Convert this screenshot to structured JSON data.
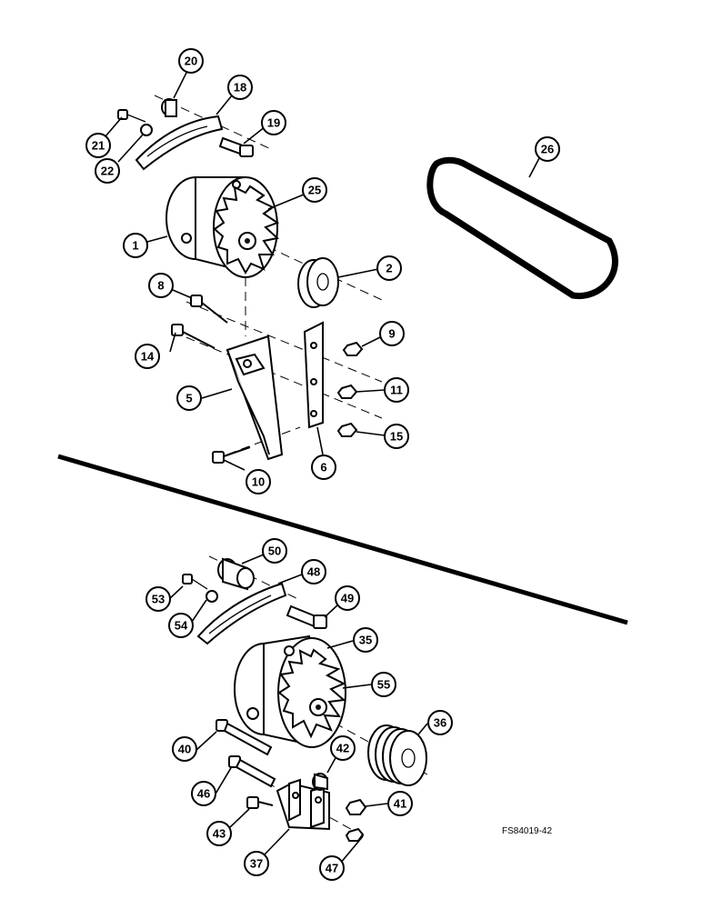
{
  "figure_code": "FS84019-42",
  "callouts": {
    "c1": "1",
    "c2": "2",
    "c5": "5",
    "c6": "6",
    "c8": "8",
    "c9": "9",
    "c10": "10",
    "c11": "11",
    "c14": "14",
    "c15": "15",
    "c18": "18",
    "c19": "19",
    "c20": "20",
    "c21": "21",
    "c22": "22",
    "c25": "25",
    "c26": "26",
    "c35": "35",
    "c36": "36",
    "c37": "37",
    "c40": "40",
    "c41": "41",
    "c42": "42",
    "c43": "43",
    "c46": "46",
    "c47": "47",
    "c48": "48",
    "c49": "49",
    "c50": "50",
    "c53": "53",
    "c54": "54",
    "c55": "55"
  }
}
